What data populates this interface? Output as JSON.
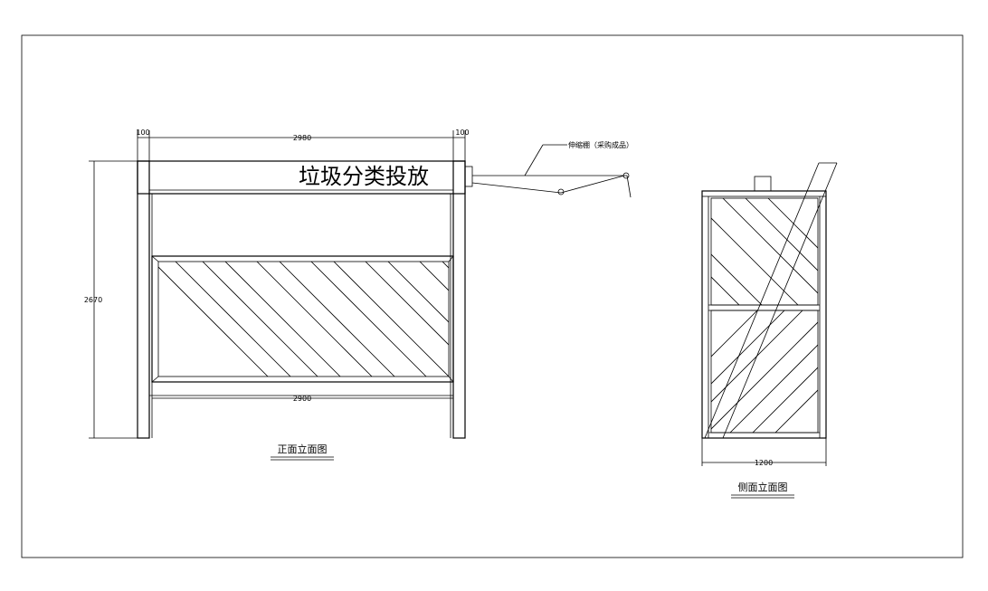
{
  "front_view": {
    "sign_text": "垃圾分类投放",
    "dim_left_post": "100",
    "dim_top_span": "2980",
    "dim_right_post": "100",
    "dim_height": "2670",
    "dim_inner_width": "2900",
    "caption": "正面立面图",
    "awning_note": "伸缩棚（采购成品）"
  },
  "side_view": {
    "dim_width": "1200",
    "caption": "侧面立面图"
  },
  "colors": {
    "line": "#000000",
    "background": "#ffffff"
  }
}
